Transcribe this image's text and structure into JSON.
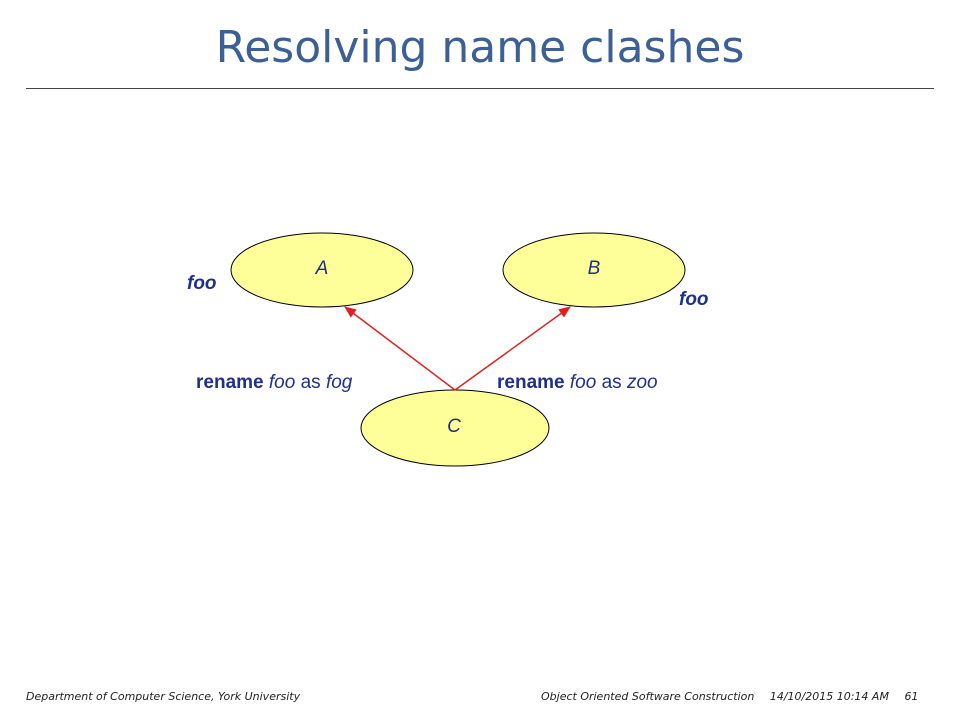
{
  "slide": {
    "title": "Resolving name clashes"
  },
  "diagram": {
    "nodes": {
      "a": {
        "label": "A"
      },
      "b": {
        "label": "B"
      },
      "c": {
        "label": "C"
      }
    },
    "feature_a": "foo",
    "feature_b": "foo",
    "rename_left": {
      "keyword": "rename",
      "old": "foo",
      "as": "as",
      "new": "fog"
    },
    "rename_right": {
      "keyword": "rename",
      "old": "foo",
      "as": "as",
      "new": "zoo"
    },
    "colors": {
      "node_fill": "#ffff99",
      "arrow": "#e02020",
      "text_blue": "#1f2f8c",
      "title": "#3c5f96"
    }
  },
  "footer": {
    "department": "Department of Computer Science, York University",
    "course": "Object Oriented Software Construction",
    "datetime": "14/10/2015 10:14 AM",
    "page": "61"
  }
}
